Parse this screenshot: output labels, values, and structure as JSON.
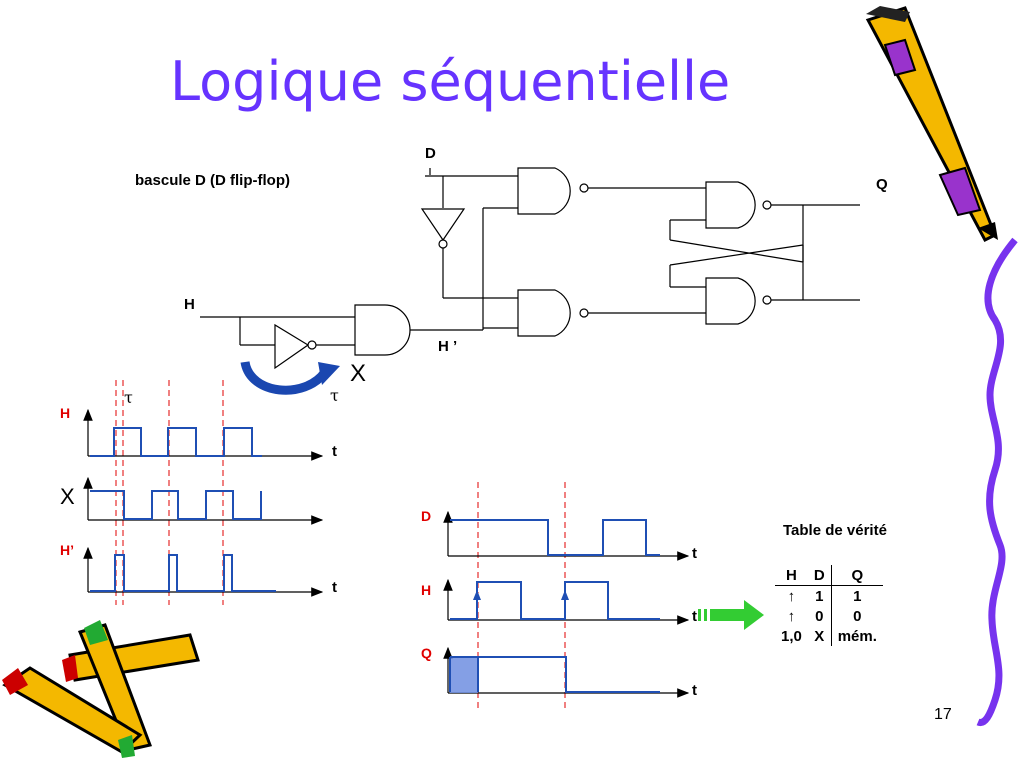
{
  "slide": {
    "title": "Logique séquentielle",
    "subtitle": "bascule D (D flip-flop)",
    "page_number": "17"
  },
  "circuit": {
    "input_d": "D",
    "input_h": "H",
    "node_h_prime": "H ’",
    "output_q": "Q",
    "node_x": "X",
    "delay_symbol": "τ"
  },
  "timing_left": {
    "signals": [
      "H",
      "X",
      "H’"
    ],
    "time_label": "t",
    "tau_label": "τ"
  },
  "timing_right": {
    "signals": [
      "D",
      "H",
      "Q"
    ],
    "time_label": "t"
  },
  "truth_table": {
    "title": "Table de vérité",
    "headers": [
      "H",
      "D",
      "Q"
    ],
    "rows": [
      [
        "↑",
        "1",
        "1"
      ],
      [
        "↑",
        "0",
        "0"
      ],
      [
        "1,0",
        "X",
        "mém."
      ]
    ]
  },
  "colors": {
    "title": "#6633ff",
    "signal": "#1f4fb4",
    "marker": "#e00000",
    "arrow": "#33cc33",
    "curved_arrow": "#1a47b0",
    "squiggle": "#7733ee"
  },
  "decorations": [
    "pencil-icon",
    "crayons-icon"
  ]
}
